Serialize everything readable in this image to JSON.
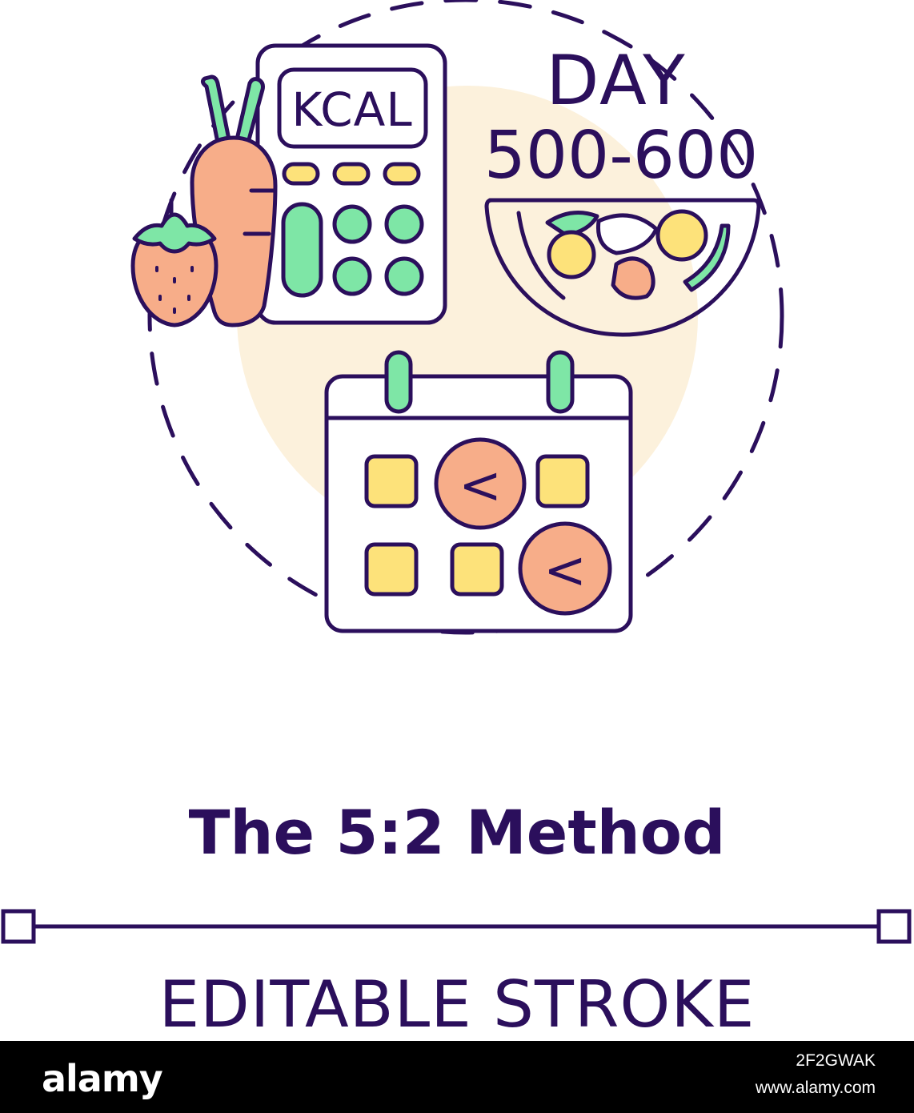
{
  "illustration": {
    "kcal_label": "KCAL",
    "day_label": "DAY",
    "range_label": "500-600",
    "calendar_marks": [
      "<",
      "<"
    ],
    "colors": {
      "outline": "#2b0f5c",
      "green": "#7ee6a6",
      "orange": "#f7ad89",
      "yellow": "#fde27a",
      "peach_bg": "#fcf1dc"
    }
  },
  "title": "The 5:2 Method",
  "subtitle": "EDITABLE STROKE",
  "footer": {
    "brand": "alamy",
    "image_id": "2F2GWAK",
    "url": "www.alamy.com"
  }
}
